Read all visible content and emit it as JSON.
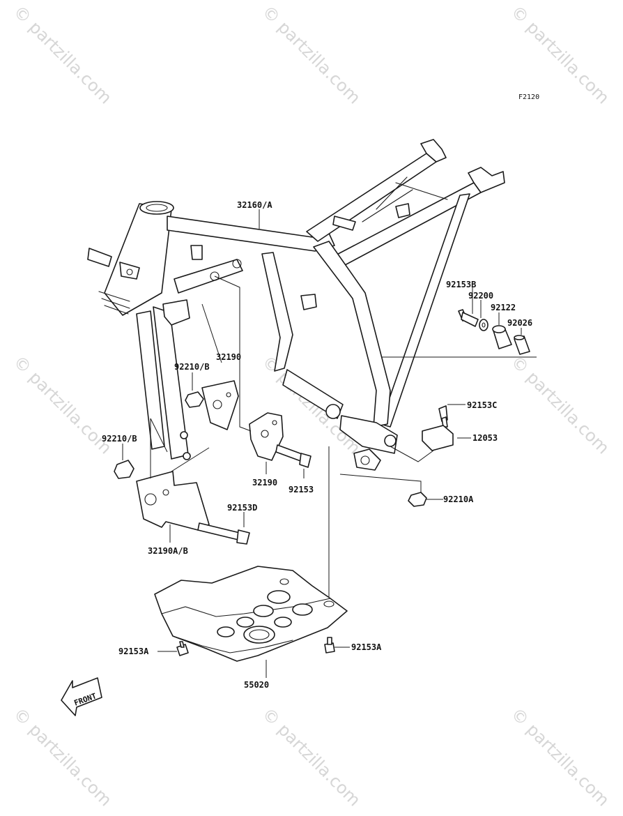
{
  "figure_code": "F2120",
  "watermark": "© partzilla.com",
  "front_label": "FRONT",
  "colors": {
    "line": "#1a1a1a",
    "watermark": "#d6d6d6",
    "background": "#ffffff"
  },
  "callouts": [
    {
      "id": "32160A",
      "label": "32160/A"
    },
    {
      "id": "92153B",
      "label": "92153B"
    },
    {
      "id": "92200",
      "label": "92200"
    },
    {
      "id": "92122",
      "label": "92122"
    },
    {
      "id": "92026",
      "label": "92026"
    },
    {
      "id": "92210B_upper",
      "label": "92210/B"
    },
    {
      "id": "32190_upper",
      "label": "32190"
    },
    {
      "id": "92153C",
      "label": "92153C"
    },
    {
      "id": "12053",
      "label": "12053"
    },
    {
      "id": "92210B_lower",
      "label": "92210/B"
    },
    {
      "id": "32190_lower",
      "label": "32190"
    },
    {
      "id": "92153",
      "label": "92153"
    },
    {
      "id": "92210A",
      "label": "92210A"
    },
    {
      "id": "92153D",
      "label": "92153D"
    },
    {
      "id": "32190AB",
      "label": "32190A/B"
    },
    {
      "id": "92153A_left",
      "label": "92153A"
    },
    {
      "id": "92153A_right",
      "label": "92153A"
    },
    {
      "id": "55020",
      "label": "55020"
    }
  ]
}
